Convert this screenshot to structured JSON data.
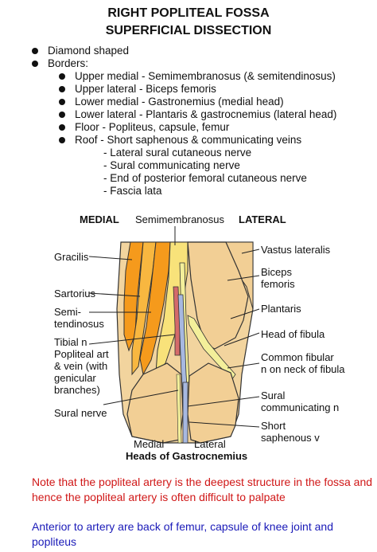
{
  "title": {
    "line1": "RIGHT POPLITEAL FOSSA",
    "line2": "SUPERFICIAL DISSECTION"
  },
  "bullets": {
    "diamond": "Diamond shaped",
    "borders": "Borders:",
    "border_items": [
      "Upper medial - Semimembranosus (& semitendinosus)",
      "Upper lateral - Biceps femoris",
      "Lower medial - Gastronemius (medial head)",
      "Lower lateral - Plantaris & gastrocnemius (lateral head)",
      "Floor - Popliteus, capsule, femur",
      "Roof - Short saphenous & communicating veins"
    ],
    "roof_items": [
      "- Lateral sural cutaneous nerve",
      "- Sural communicating nerve",
      "- End of posterior femoral cutaneous nerve",
      "- Fascia lata"
    ]
  },
  "diagram": {
    "medial": "MEDIAL",
    "lateral": "LATERAL",
    "semimembranosus": "Semimembranosus",
    "left_labels": {
      "gracilis": "Gracilis",
      "sartorius": "Sartorius",
      "semi": "Semi-",
      "tendinosus": "tendinosus",
      "tibial_n": "Tibial n",
      "popliteal_art": "Popliteal art",
      "vein_with": "& vein (with",
      "genicular": "genicular",
      "branches": "branches)",
      "sural_nerve": "Sural nerve"
    },
    "right_labels": {
      "vastus_lateralis": "Vastus lateralis",
      "biceps": "Biceps",
      "femoris": "femoris",
      "plantaris": "Plantaris",
      "head_fibula": "Head of fibula",
      "common_fibular": "Common fibular",
      "on_neck": "n on neck of fibula",
      "sural": "Sural",
      "communicating_n": "communicating n",
      "short": "Short",
      "saphenous_v": "saphenous v"
    },
    "bottom": {
      "medial": "Medial",
      "lateral": "Lateral",
      "heads": "Heads of Gastrocnemius"
    },
    "colors": {
      "skin": "#f2d49e",
      "muscle_orange": "#f59a1c",
      "muscle_light": "#f8e27a",
      "nerve_yellow": "#f3ef9a",
      "artery": "#d46a6a",
      "vein": "#a7b8e0",
      "outline": "#333333"
    }
  },
  "notes": {
    "red": "Note that the popliteal artery is the deepest structure in the fossa and hence the popliteal artery is often difficult to palpate",
    "blue": "Anterior to artery are back of femur, capsule of knee joint and popliteus"
  }
}
